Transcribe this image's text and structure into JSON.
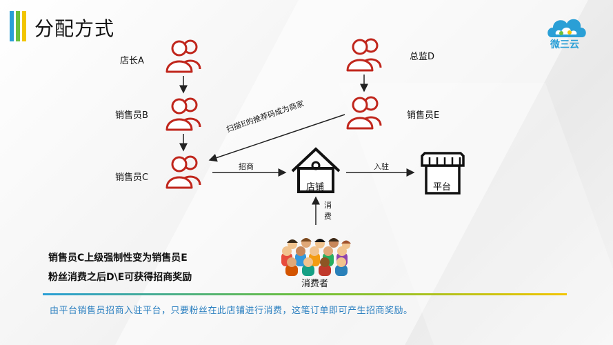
{
  "title": "分配方式",
  "logo_text": "微三云",
  "nodes": {
    "manager_a": "店长A",
    "sales_b": "销售员B",
    "sales_c": "销售员C",
    "director_d": "总监D",
    "sales_e": "销售员E",
    "store": "店铺",
    "platform": "平台",
    "consumer": "消费者"
  },
  "edges": {
    "scan": "扫描E的推荐码成为商家",
    "recruit": "招商",
    "join": "入驻",
    "consume": "消费"
  },
  "notes": [
    "销售员C上级强制性变为销售员E",
    "粉丝消费之后D\\E可获得招商奖励"
  ],
  "footer": "由平台销售员招商入驻平台，只要粉丝在此店铺进行消费，这笔订单即可产生招商奖励。",
  "colors": {
    "accent_red": "#c0261c",
    "bar_blue": "#2a9fd6",
    "bar_green": "#6cbf3a",
    "bar_yellow": "#f2c500",
    "footer_text": "#2a7fc0"
  }
}
